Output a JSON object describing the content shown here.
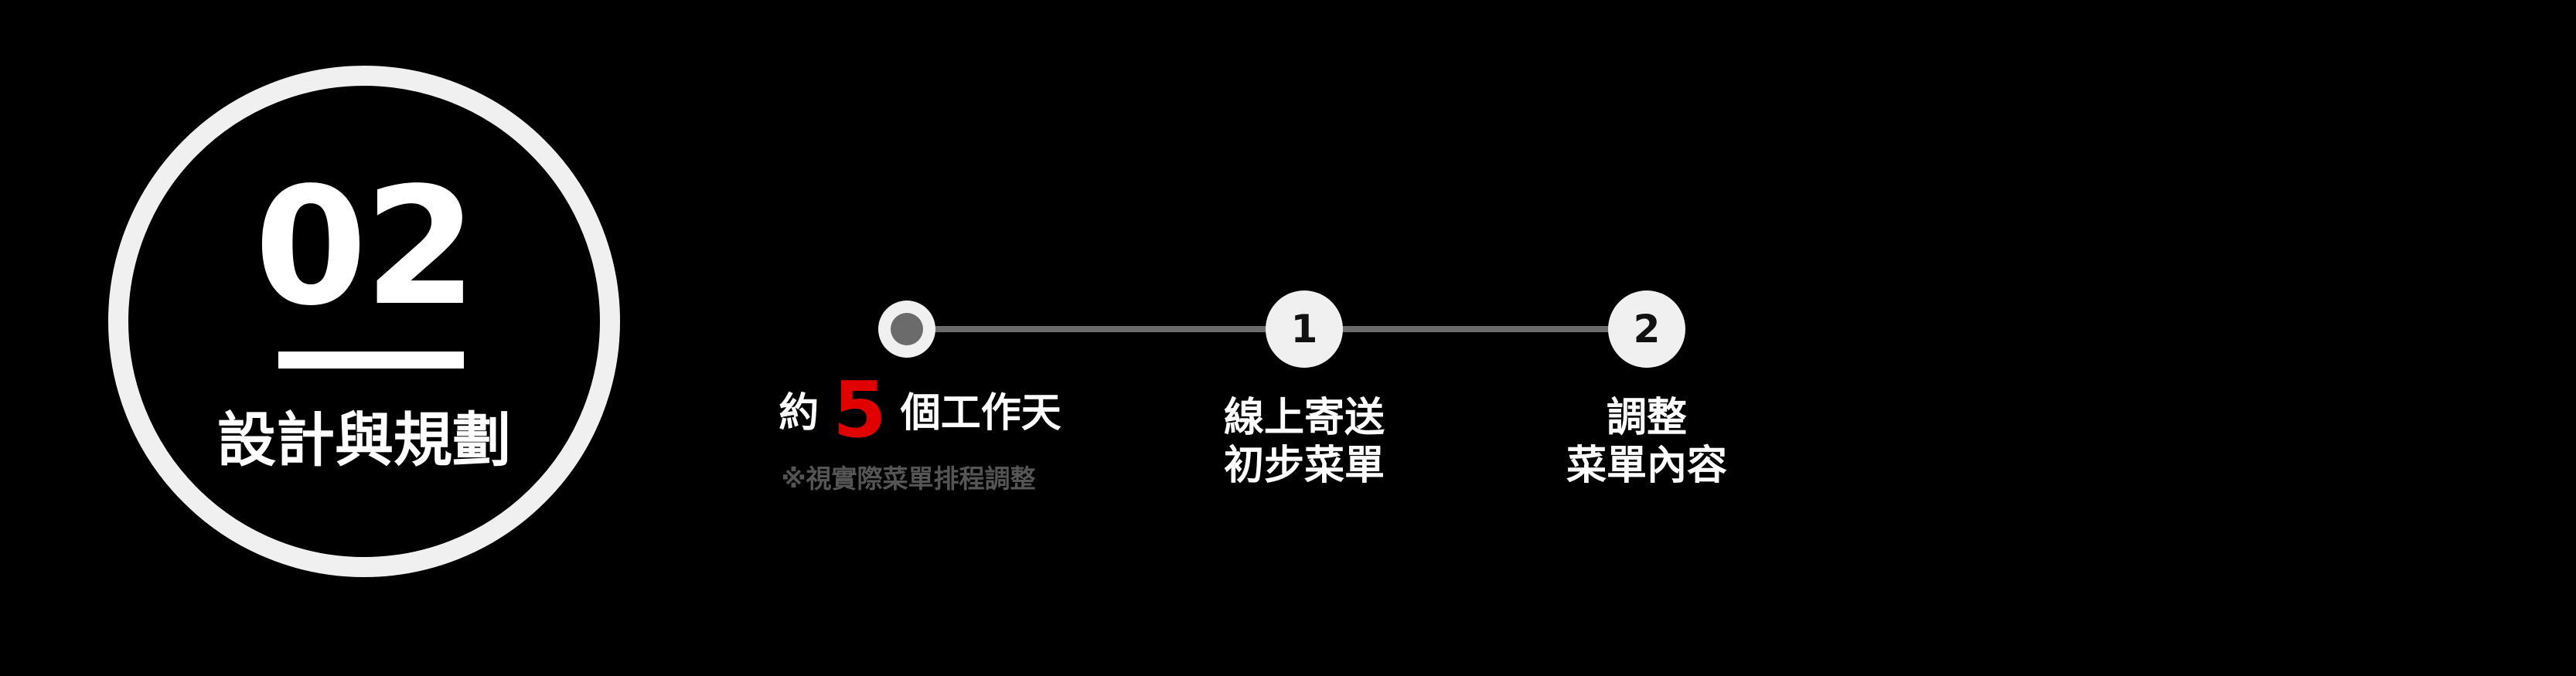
{
  "badge": {
    "number": "02",
    "title": "設計與規劃"
  },
  "timeline": {
    "start": {
      "prefix": "約",
      "days": "5",
      "suffix": "個工作天",
      "note": "※視實際菜單排程調整"
    },
    "steps": [
      {
        "number": "1",
        "line1": "線上寄送",
        "line2": "初步菜單"
      },
      {
        "number": "2",
        "line1": "調整",
        "line2": "菜單內容"
      }
    ]
  },
  "colors": {
    "background": "#000000",
    "ring": "#f0f0f0",
    "track": "#6b6b6b",
    "accent": "#e00000",
    "note": "#555555"
  }
}
